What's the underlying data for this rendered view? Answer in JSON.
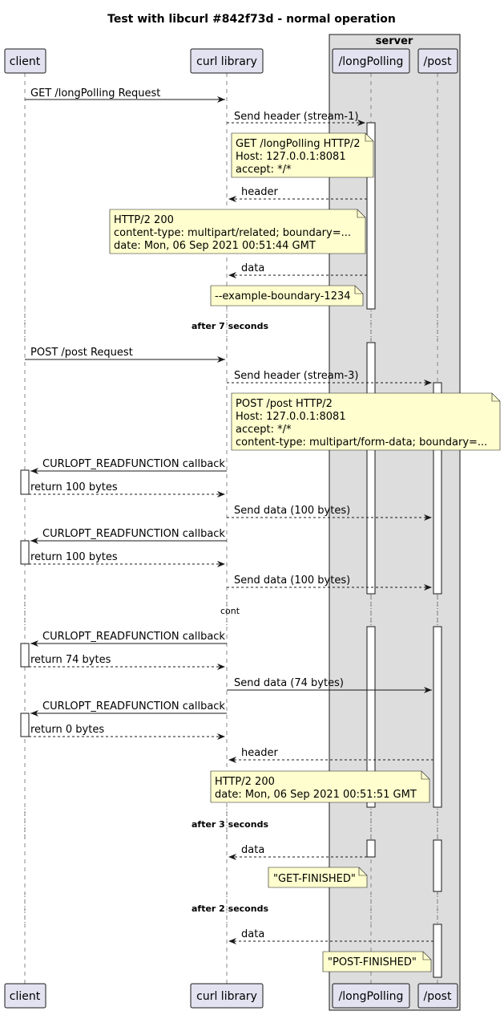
{
  "title": "Test with libcurl #842f73d - normal operation",
  "box_title": "server",
  "participants": {
    "client": "client",
    "curl": "curl library",
    "longpolling": "/longPolling",
    "post": "/post"
  },
  "messages": {
    "m1": "GET /longPolling Request",
    "m2": "Send header (stream-1)",
    "m3": "header",
    "m4": "data",
    "m5": "POST /post Request",
    "m6": "Send header (stream-3)",
    "m7": "CURLOPT_READFUNCTION callback",
    "m8": "return 100 bytes",
    "m9": "Send data (100 bytes)",
    "m10": "CURLOPT_READFUNCTION callback",
    "m11": "return 100 bytes",
    "m12": "Send data (100 bytes)",
    "m13": "CURLOPT_READFUNCTION callback",
    "m14": "return 74 bytes",
    "m15": "Send data (74 bytes)",
    "m16": "CURLOPT_READFUNCTION callback",
    "m17": "return 0 bytes",
    "m18": "header",
    "m19": "data",
    "m20": "data"
  },
  "notes": {
    "n1": [
      "GET /longPolling HTTP/2",
      "Host: 127.0.0.1:8081",
      "accept: */*"
    ],
    "n2": [
      "HTTP/2 200",
      "content-type: multipart/related; boundary=...",
      "date: Mon, 06 Sep 2021 00:51:44 GMT"
    ],
    "n3": [
      "--example-boundary-1234"
    ],
    "n4": [
      "POST /post HTTP/2",
      "Host: 127.0.0.1:8081",
      "accept: */*",
      "content-type: multipart/form-data; boundary=..."
    ],
    "n5": [
      "HTTP/2 200",
      "date: Mon, 06 Sep 2021 00:51:51 GMT"
    ],
    "n6": [
      "\"GET-FINISHED\""
    ],
    "n7": [
      "\"POST-FINISHED\""
    ]
  },
  "delays": {
    "d1": "after 7 seconds",
    "d2": "cont",
    "d3": "after 3 seconds",
    "d4": "after 2 seconds"
  }
}
